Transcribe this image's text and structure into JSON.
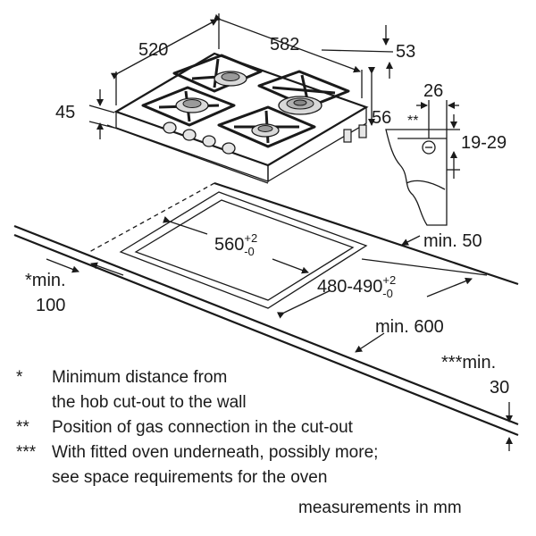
{
  "dimensions": {
    "hob_depth": "520",
    "hob_width": "582",
    "top_depth": "53",
    "hob_height": "45",
    "connection_offset": "26",
    "connection_depth": "56",
    "connection_marker": "**",
    "worktop_thickness": "19-29",
    "cutout_width_base": "560",
    "cutout_width_sup": "+2",
    "cutout_width_sub": "-0",
    "cutout_depth_base": "480-490",
    "cutout_depth_sup": "+2",
    "cutout_depth_sub": "-0",
    "min_back": "min. 50",
    "min_front": "min. 600",
    "min_wall_label": "*min.",
    "min_wall_value": "100",
    "min_oven_label": "***min.",
    "min_oven_value": "30"
  },
  "notes": [
    {
      "marker": "*",
      "text": "Minimum distance from"
    },
    {
      "marker": "",
      "text": "the hob cut-out to the wall"
    },
    {
      "marker": "**",
      "text": "Position of gas connection in the cut-out"
    },
    {
      "marker": "***",
      "text": "With fitted oven underneath, possibly more;"
    },
    {
      "marker": "",
      "text": "see space requirements for the oven"
    }
  ],
  "units_note": "measurements in mm"
}
